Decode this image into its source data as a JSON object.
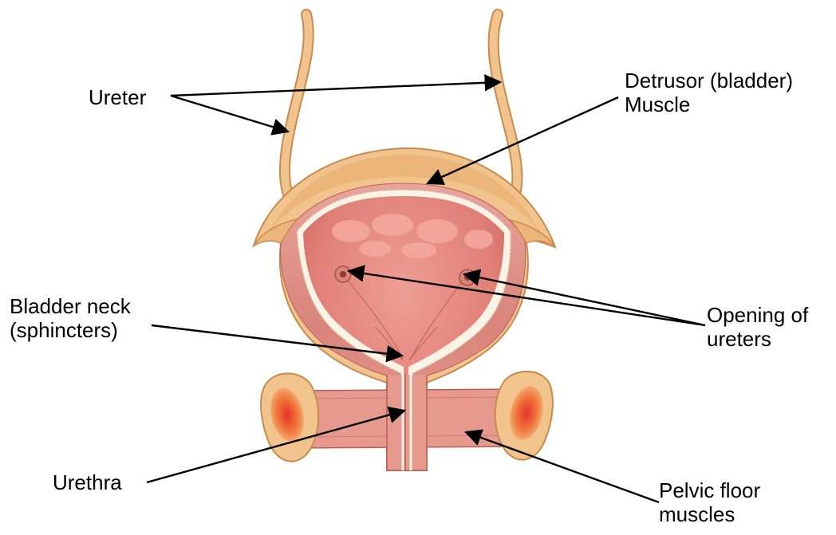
{
  "labels": {
    "ureter": "Ureter",
    "detrusor_line1": "Detrusor (bladder)",
    "detrusor_line2": "Muscle",
    "bladder_neck_line1": "Bladder neck",
    "bladder_neck_line2": "(sphincters)",
    "opening_line1": "Opening of",
    "opening_line2": "ureters",
    "urethra": "Urethra",
    "pelvic_line1": "Pelvic floor",
    "pelvic_line2": "muscles"
  },
  "colors": {
    "outer_wall": "#f2c48d",
    "outer_wall_dark": "#d79a5a",
    "inner_lining": "#e69a8e",
    "inner_dark": "#c9645c",
    "muscle_band": "#dd8d86",
    "pelvic_red": "#e02b2b",
    "arrow": "#000000"
  }
}
